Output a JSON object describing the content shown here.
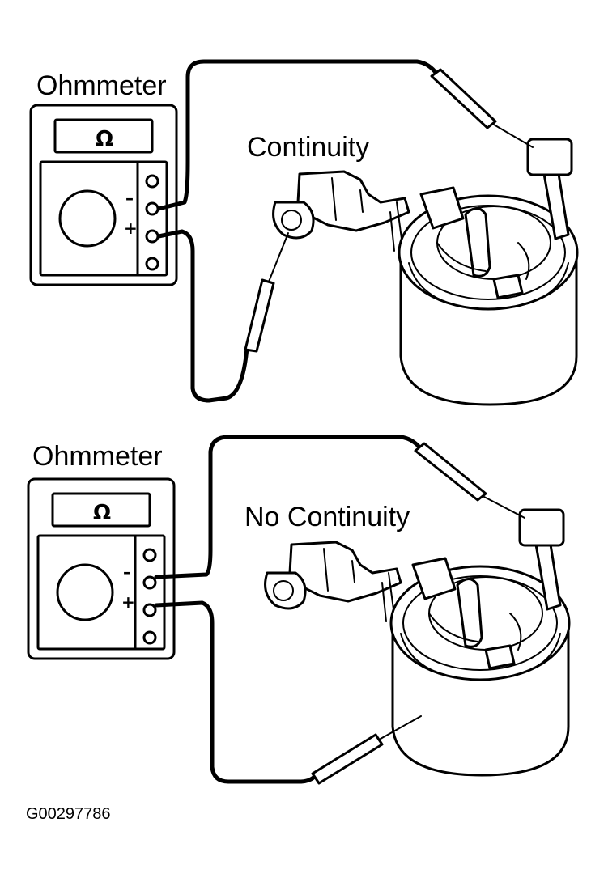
{
  "diagrams": [
    {
      "meter_label": "Ohmmeter",
      "display_symbol": "Ω",
      "minus": "–",
      "plus": "+",
      "result_label": "Continuity"
    },
    {
      "meter_label": "Ohmmeter",
      "display_symbol": "Ω",
      "minus": "–",
      "plus": "+",
      "result_label": "No Continuity"
    }
  ],
  "figure_code": "G00297786",
  "icons": [
    "ohmmeter-icon",
    "brush-holder-icon",
    "test-probe-icon"
  ]
}
